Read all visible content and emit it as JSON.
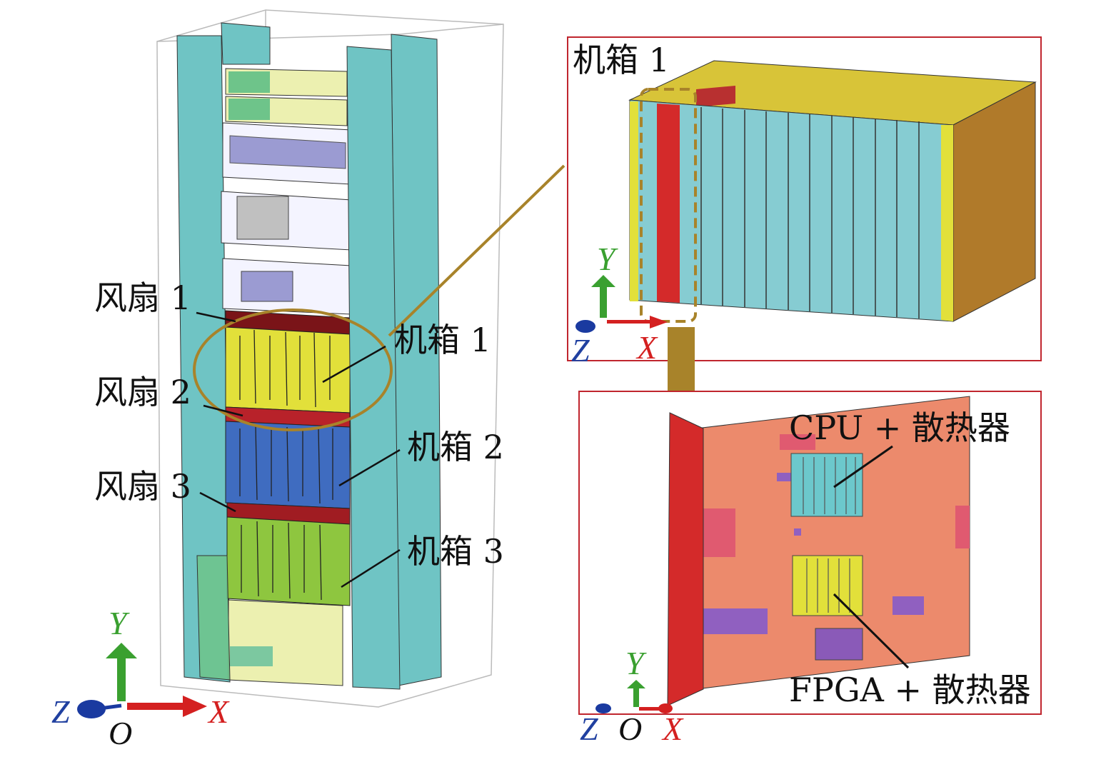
{
  "cabinet_labels": {
    "fan1": "风扇 1",
    "fan2": "风扇 2",
    "fan3": "风扇 3",
    "chassis1": "机箱 1",
    "chassis2": "机箱 2",
    "chassis3": "机箱 3"
  },
  "chassis_inset": {
    "title": "机箱 1"
  },
  "board_inset": {
    "cpu_label": "CPU + 散热器",
    "fpga_label": "FPGA + 散热器"
  },
  "axes": {
    "y": "Y",
    "x": "X",
    "z": "Z",
    "origin": "O"
  },
  "colors": {
    "teal": "#6fc4c4",
    "yellow": "#e2e03a",
    "blue": "#3f6cc0",
    "green": "#8ec63f",
    "fan_red": "#a01c22",
    "board": "#ec8a6c",
    "frame_red": "#c0262e",
    "leader": "#a8832a",
    "axis_red": "#d42020",
    "axis_green": "#3aa030",
    "axis_blue": "#2040a0"
  }
}
